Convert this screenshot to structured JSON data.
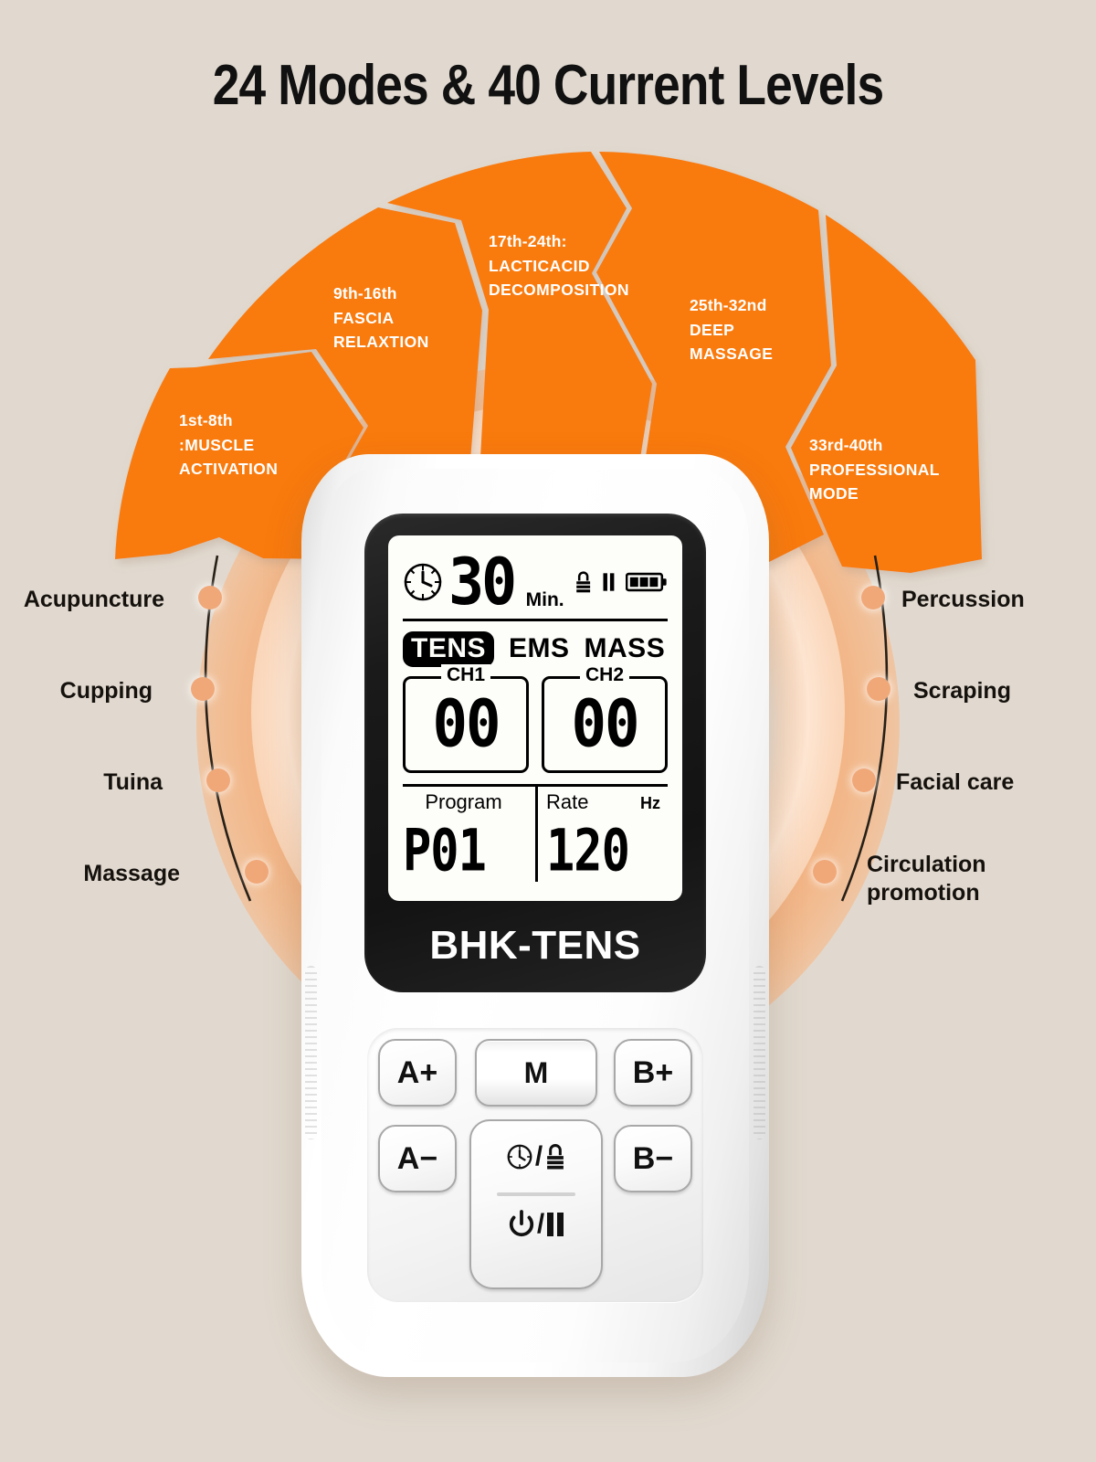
{
  "title": "24 Modes & 40 Current Levels",
  "colors": {
    "background": "#e1d9cf",
    "accent_orange": "#f97a0e",
    "halo_peach": "#f7a468",
    "dot": "#f0a878",
    "text_dark": "#15110d",
    "device_white": "#ffffff",
    "bezel_black": "#181818",
    "lcd": "#fdfdfa"
  },
  "segments": [
    {
      "range": "1st-8th",
      "line2": ":MUSCLE",
      "line3": "ACTIVATION"
    },
    {
      "range": "9th-16th",
      "line2": "FASCIA",
      "line3": "RELAXTION"
    },
    {
      "range": "17th-24th:",
      "line2": "LACTICACID",
      "line3": "DECOMPOSITION"
    },
    {
      "range": "25th-32nd",
      "line2": "DEEP",
      "line3": "MASSAGE"
    },
    {
      "range": "33rd-40th",
      "line2": "PROFESSIONAL",
      "line3": "MODE"
    }
  ],
  "left_labels": [
    {
      "line1": "Acupuncture",
      "line2": ""
    },
    {
      "line1": "Cupping",
      "line2": ""
    },
    {
      "line1": "Tuina",
      "line2": ""
    },
    {
      "line1": "Massage",
      "line2": ""
    }
  ],
  "right_labels": [
    {
      "line1": "Percussion",
      "line2": ""
    },
    {
      "line1": "Scraping",
      "line2": ""
    },
    {
      "line1": "Facial care",
      "line2": ""
    },
    {
      "line1": "Circulation",
      "line2": "promotion"
    }
  ],
  "device": {
    "brand": "BHK-TENS",
    "lcd": {
      "timer_value": "30",
      "timer_unit": "Min.",
      "icons": [
        "clock-icon",
        "lock-icon",
        "pause-icon",
        "battery-icon"
      ],
      "battery_bars": 3,
      "modes": [
        {
          "label": "TENS",
          "active": true
        },
        {
          "label": "EMS",
          "active": false
        },
        {
          "label": "MASS",
          "active": false
        }
      ],
      "channels": [
        {
          "name": "CH1",
          "value": "00"
        },
        {
          "name": "CH2",
          "value": "00"
        }
      ],
      "program": {
        "label": "Program",
        "value": "P01"
      },
      "rate": {
        "label": "Rate",
        "unit": "Hz",
        "value": "120"
      }
    },
    "keys": {
      "a_plus": "A+",
      "a_minus": "A−",
      "b_plus": "B+",
      "b_minus": "B−",
      "mode": "M",
      "timer_lock_slash": "/",
      "power_pause_slash": "/"
    }
  }
}
